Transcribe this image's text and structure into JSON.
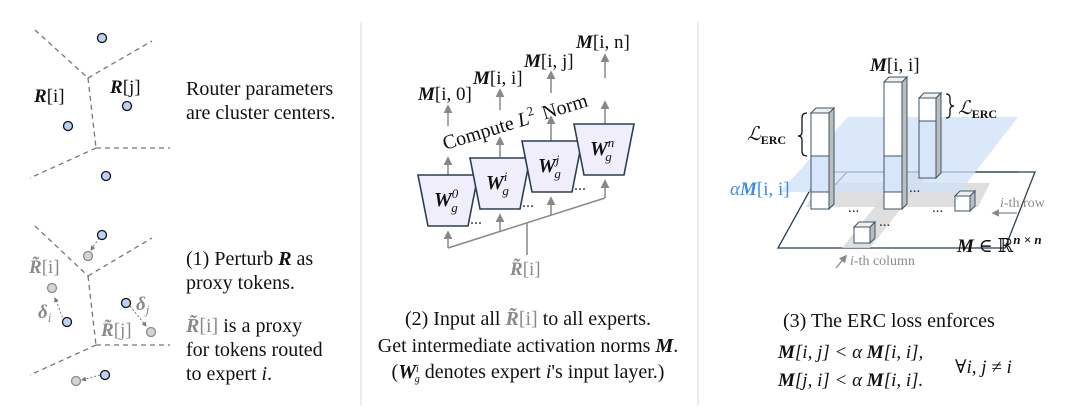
{
  "panel1": {
    "top": {
      "labels": {
        "ri": "R",
        "ri_idx": "[i]",
        "rj": "R",
        "rj_idx": "[j]"
      },
      "caption": [
        "Router parameters",
        "are cluster centers."
      ]
    },
    "bottom": {
      "labels": {
        "rti": "R̃",
        "rti_idx": "[i]",
        "rtj": "R̃",
        "rtj_idx": "[j]",
        "di": "δ",
        "di_sub": "i",
        "dj": "δ",
        "dj_sub": "j"
      },
      "caption1": {
        "prefix": "(1) Perturb ",
        "bold": "R",
        "suffix": " as",
        "line2": "proxy tokens."
      },
      "caption2": {
        "sym": "R̃",
        "idx": "[i]",
        "rest": " is a proxy",
        "line2": "for tokens routed",
        "line3_prefix": "to expert ",
        "line3_var": "i",
        "line3_suffix": "."
      }
    },
    "colors": {
      "center_fill": "#b9d3f5",
      "proxy_fill": "#d4d4d4",
      "line": "#777777"
    }
  },
  "panel2": {
    "outputs": [
      {
        "sym": "M",
        "idx": "[i, 0]"
      },
      {
        "sym": "M",
        "idx": "[i, i]"
      },
      {
        "sym": "M",
        "idx": "[i, j]"
      },
      {
        "sym": "M",
        "idx": "[i, n]"
      }
    ],
    "compute_label": {
      "pre": "Compute ",
      "L": "L",
      "sup": "2",
      "post": "Norm"
    },
    "experts": [
      {
        "sym": "W",
        "sup": "0",
        "sub": "g"
      },
      {
        "sym": "W",
        "sup": "i",
        "sub": "g"
      },
      {
        "sym": "W",
        "sup": "j",
        "sub": "g"
      },
      {
        "sym": "W",
        "sup": "n",
        "sub": "g"
      }
    ],
    "ellipsis": "...",
    "input": {
      "sym": "R̃",
      "idx": "[i]"
    },
    "caption": {
      "line1_pre": "(2) Input all ",
      "line1_sym": "R̃",
      "line1_idx": "[i]",
      "line1_post": " to all experts.",
      "line2_pre": "Get intermediate activation norms ",
      "line2_bold": "M",
      "line2_post": ".",
      "line3_open": "(",
      "line3_sym": "W",
      "line3_sup": "i",
      "line3_sub": "g",
      "line3_rest": " denotes expert ",
      "line3_var": "i",
      "line3_end": "'s input layer.)"
    },
    "colors": {
      "expert_fill": "#f1eefc",
      "expert_stroke": "#2b3f52",
      "arrow": "#888888"
    }
  },
  "panel3": {
    "top_label": {
      "sym": "M",
      "idx": "[i, i]"
    },
    "loss_label": {
      "sym": "ℒ",
      "sub": "ERC"
    },
    "alpha_label": {
      "alpha": "α",
      "sym": "M",
      "idx": "[i, i]"
    },
    "row_label": {
      "var": "i",
      "rest": "-th row"
    },
    "col_label": {
      "var": "i",
      "rest": "-th column"
    },
    "matrix_label": {
      "sym": "M",
      "rest": " ∈ ℝ",
      "sup": "n × n"
    },
    "ellipsis": "...",
    "caption": {
      "line1": "(3) The ERC loss enforces",
      "ineq1_sym": "M",
      "ineq1_idx": "[i, j] < α ",
      "ineq1_sym2": "M",
      "ineq1_idx2": "[i, i],",
      "ineq2_sym": "M",
      "ineq2_idx": "[j, i] < α ",
      "ineq2_sym2": "M",
      "ineq2_idx2": "[i, i].",
      "forall": "∀i, j ≠ i"
    },
    "colors": {
      "plane": "#cfe0f8",
      "bar_blue": "#d7e6fa",
      "bar_stroke": "#3c5468",
      "shade": "#d9d9d9",
      "alpha_text": "#3d8ee8"
    }
  }
}
